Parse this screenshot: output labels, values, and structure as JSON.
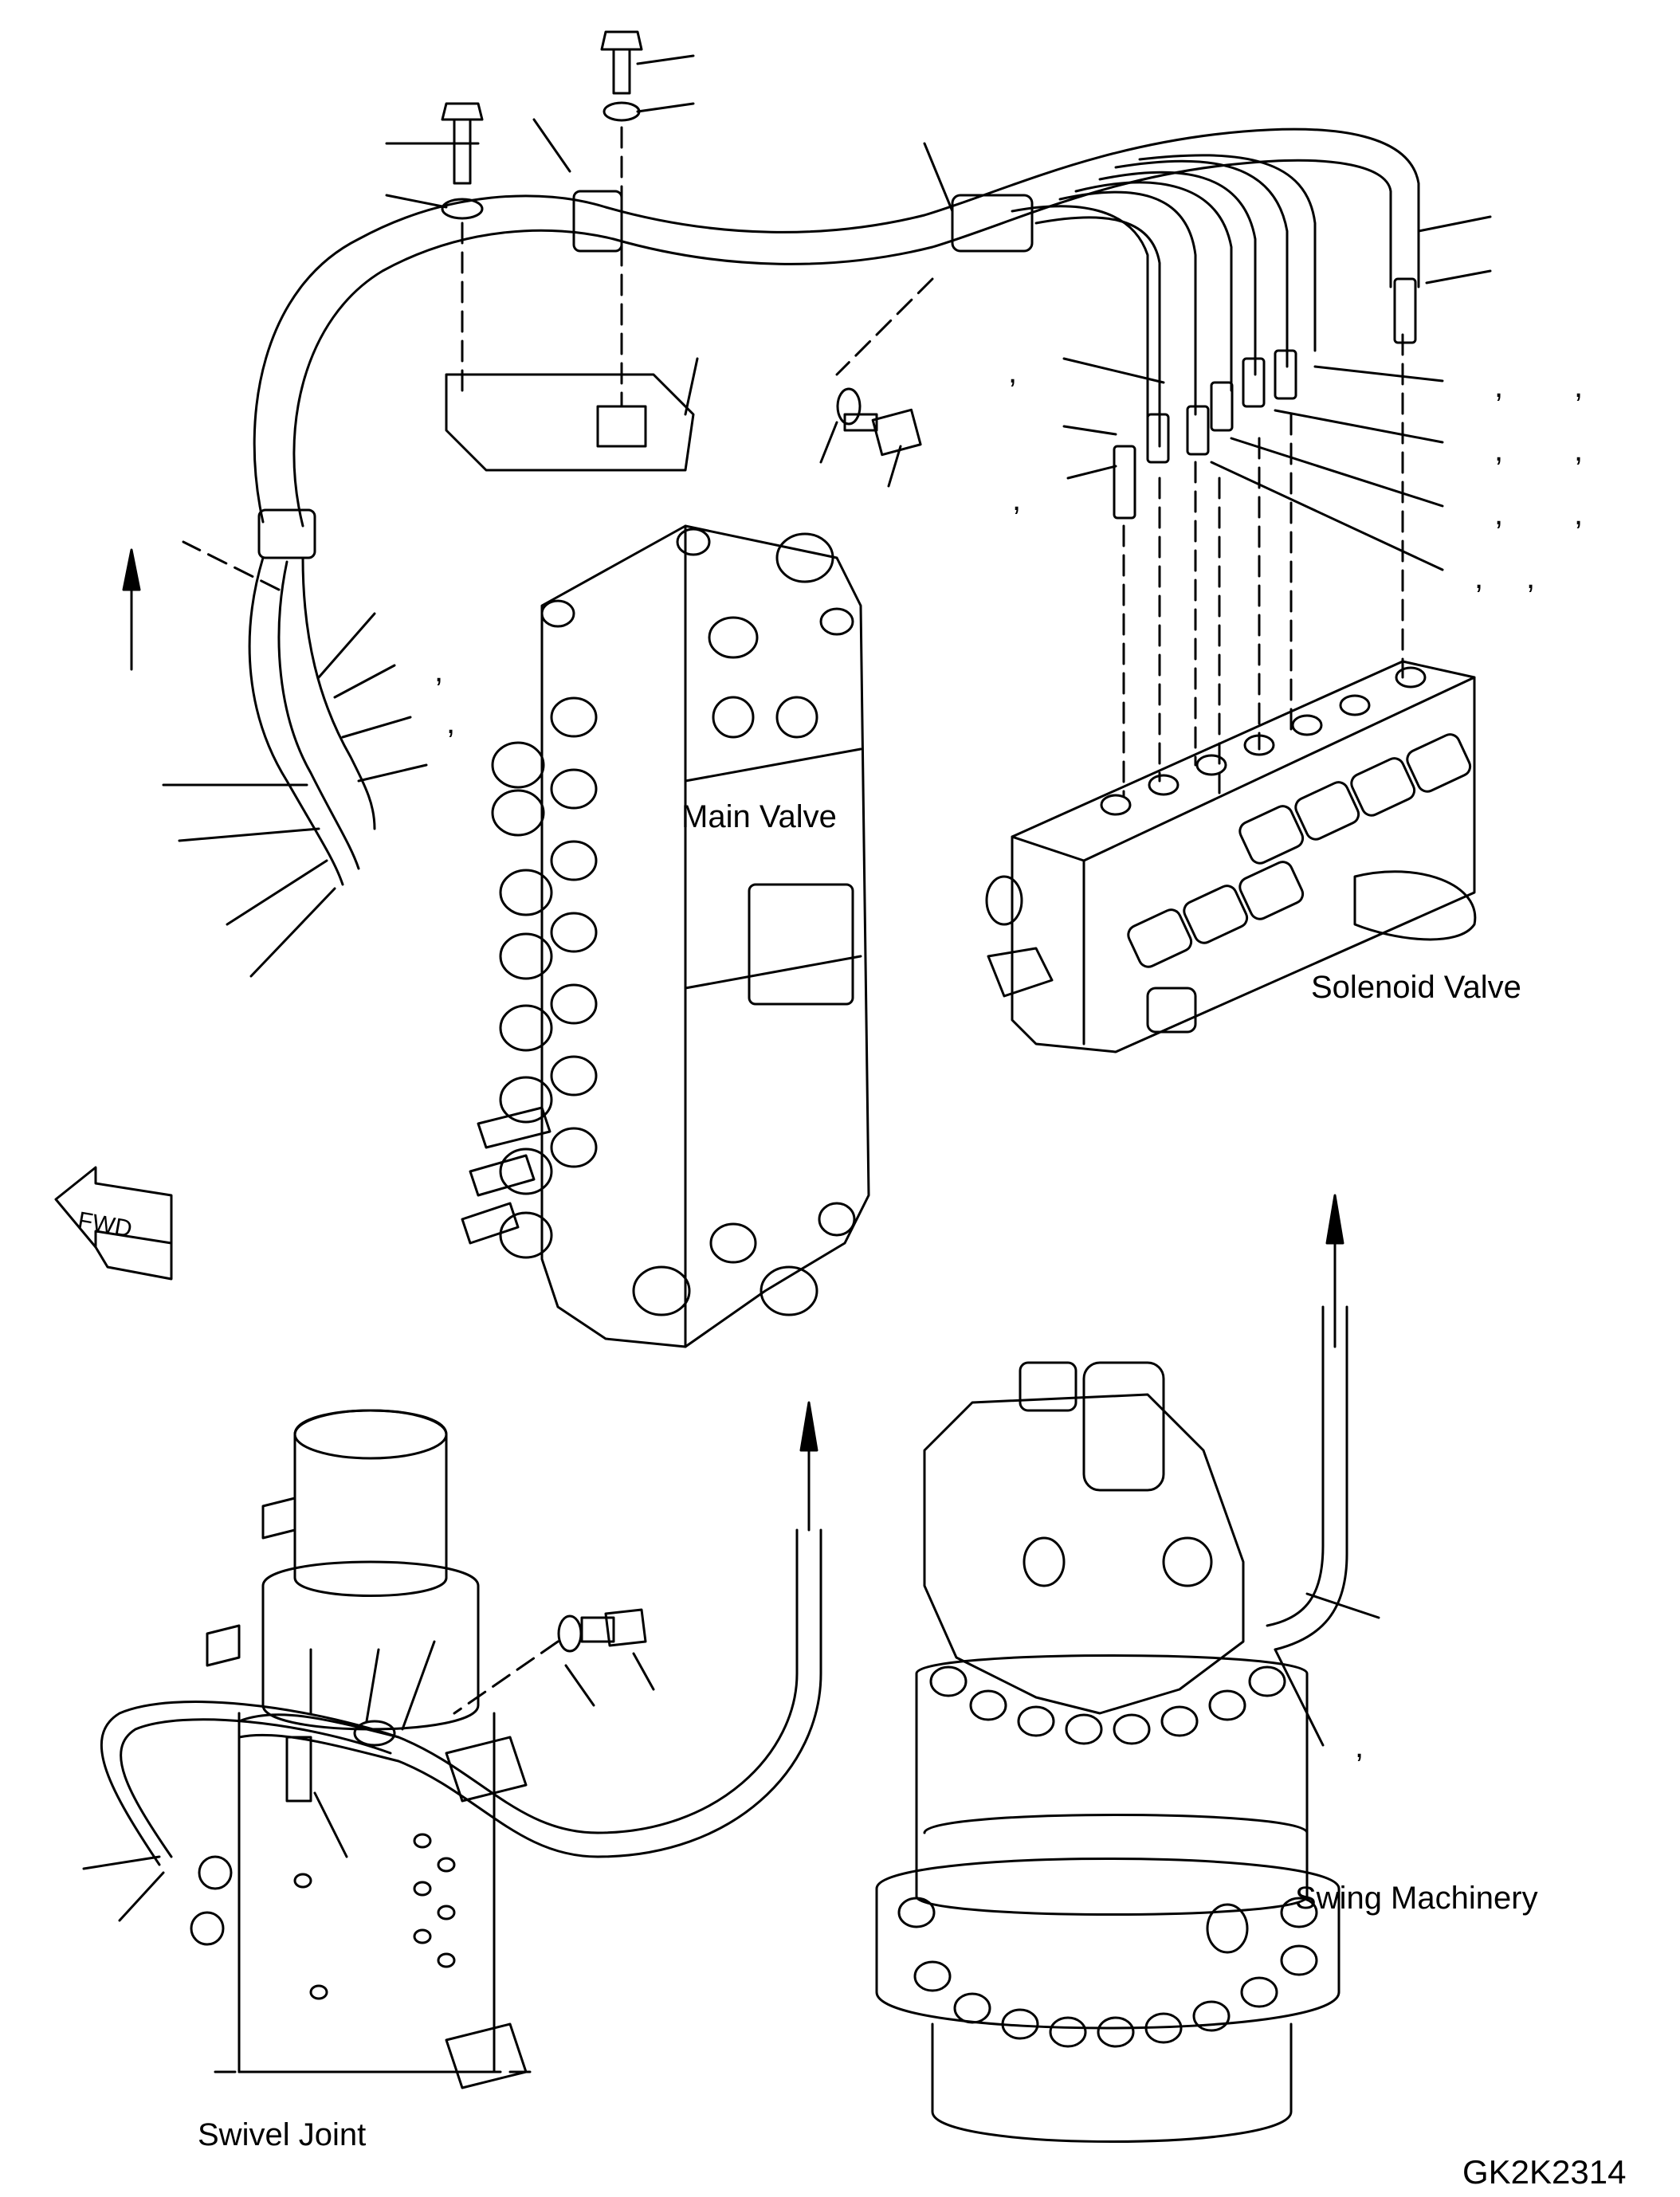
{
  "labels": {
    "main_valve": "Main Valve",
    "solenoid_valve": "Solenoid Valve",
    "swing_machinery": "Swing Machinery",
    "swivel_joint": "Swivel Joint",
    "fwd": "FWD",
    "drawing_code": "GK2K2314",
    "comma": ","
  },
  "colors": {
    "line": "#000000",
    "background": "#ffffff"
  },
  "icons": [
    "fwd-arrow-icon",
    "up-arrow-icon"
  ]
}
